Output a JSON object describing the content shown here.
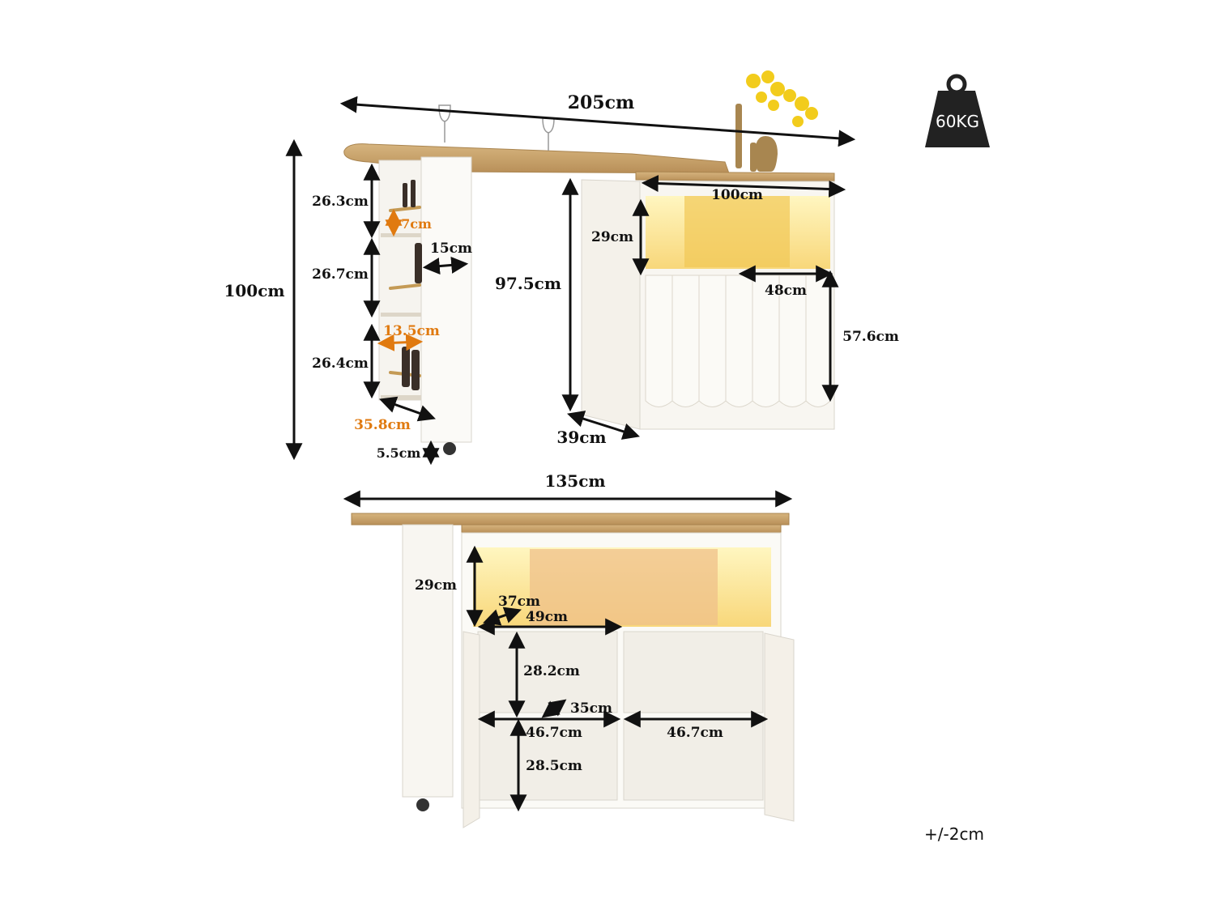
{
  "colors": {
    "wood": "#c9a46c",
    "wood_dark": "#b58d55",
    "cabinet": "#f6f4ef",
    "edge": "#d9d5cc",
    "light_glow": "#fff0a8",
    "arrow": "#111111",
    "accent_orange": "#e07a10",
    "weight_icon": "#222222"
  },
  "weight_badge": {
    "icon": "weight-icon",
    "label": "60KG"
  },
  "tolerance": "+/-2cm",
  "top_view": {
    "total_length": "205cm",
    "total_height": "100cm",
    "shelf_heights": [
      "26.3cm",
      "26.7cm",
      "26.4cm"
    ],
    "shelf_gap": "7cm",
    "side_depth": "15cm",
    "inner_depth": "13.5cm",
    "base_width": "35.8cm",
    "wheel_height": "5.5cm",
    "cabinet_height": "97.5cm",
    "cabinet_width": "100cm",
    "open_shelf_height": "29cm",
    "door_width": "48cm",
    "door_height": "57.6cm",
    "cabinet_depth": "39cm"
  },
  "bottom_view": {
    "total_length": "135cm",
    "open_shelf_height": "29cm",
    "open_shelf_depth": "37cm",
    "open_shelf_width": "49cm",
    "upper_compartment_height": "28.2cm",
    "compartment_depth": "35cm",
    "left_compartment_width": "46.7cm",
    "right_compartment_width": "46.7cm",
    "lower_compartment_height": "28.5cm"
  }
}
